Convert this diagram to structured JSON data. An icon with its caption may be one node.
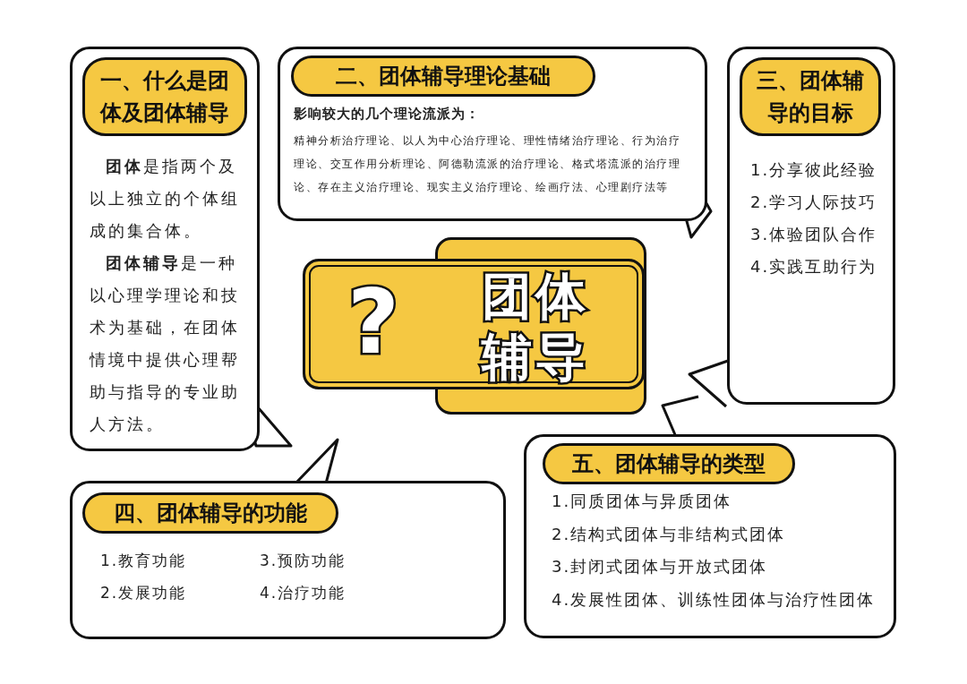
{
  "diagram": {
    "nodes": [
      {
        "text": [
          "一、什么是团体及团体辅导",
          "**团体**是指两个及以上独立的个体组成的集合体。",
          "**团体辅导**是一种以心理学理论和技术为基础，在团体情境中提供心理帮助与指导的专业助人方法。"
        ]
      },
      {
        "text": [
          "二、团体辅导理论基础",
          "影响较大的几个理论流派为：",
          "精神分析治疗理论、以人为中心治疗理论、理性情绪治疗理论、行为治疗理论、交互作用分析理论、阿德勒流派的治疗理论、格式塔流派的治疗理论、存在主义治疗理论、现实主义治疗理论、绘画疗法、心理剧疗法等"
        ]
      },
      {
        "text": [
          "三、团体辅导的目标",
          "1.分享彼此经验",
          "2.学习人际技巧",
          "3.体验团队合作",
          "4.实践互助行为"
        ]
      },
      {
        "text": [
          "?",
          "团体辅导"
        ]
      },
      {
        "text": [
          "四、团体辅导的功能",
          "1.教育功能",
          "2.发展功能",
          "3.预防功能",
          "4.治疗功能"
        ]
      },
      {
        "text": [
          "五、团体辅导的类型",
          "1.同质团体与异质团体",
          "2.结构式团体与非结构式团体",
          "3.封闭式团体与开放式团体",
          "4.发展性团体、训练性团体与治疗性团体"
        ]
      }
    ]
  }
}
